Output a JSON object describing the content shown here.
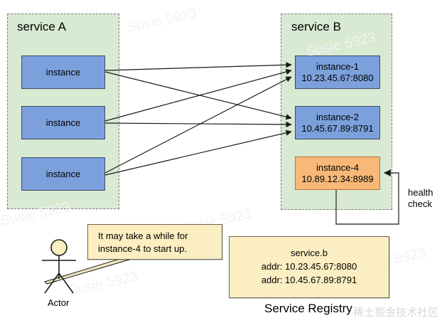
{
  "diagram": {
    "title_a": "service A",
    "title_b": "service B",
    "service_a_instances": [
      {
        "name": "instance"
      },
      {
        "name": "instance"
      },
      {
        "name": "instance"
      }
    ],
    "service_b_instances": [
      {
        "name": "instance-1",
        "addr": "10.23.45.67:8080",
        "state": "healthy",
        "color": "#7ca0dc"
      },
      {
        "name": "instance-2",
        "addr": "10.45.67.89:8791",
        "state": "healthy",
        "color": "#7ca0dc"
      },
      {
        "name": "instance-4",
        "addr": "10.89.12.34:8989",
        "state": "starting",
        "color": "#f7b878"
      }
    ],
    "callout": {
      "line1": "It may take a while for",
      "line2": "instance-4 to start up."
    },
    "registry": {
      "service": "service.b",
      "addr1": "addr: 10.23.45.67:8080",
      "addr2": "addr: 10.45.67.89:8791",
      "caption": "Service Registry"
    },
    "health_check": {
      "line1": "health",
      "line2": "check"
    },
    "actor": {
      "label": "Actor"
    },
    "watermarks": {
      "user": "Susie 5923",
      "community": "稀土掘金技术社区"
    },
    "colors": {
      "panel_fill": "#d9ead3",
      "panel_border": "#7b7b7b",
      "node_blue": "#7ca0dc",
      "node_orange": "#f7b878",
      "note_fill": "#faeec2",
      "note_border": "#6b6552",
      "edge": "#1a1a1a"
    }
  }
}
